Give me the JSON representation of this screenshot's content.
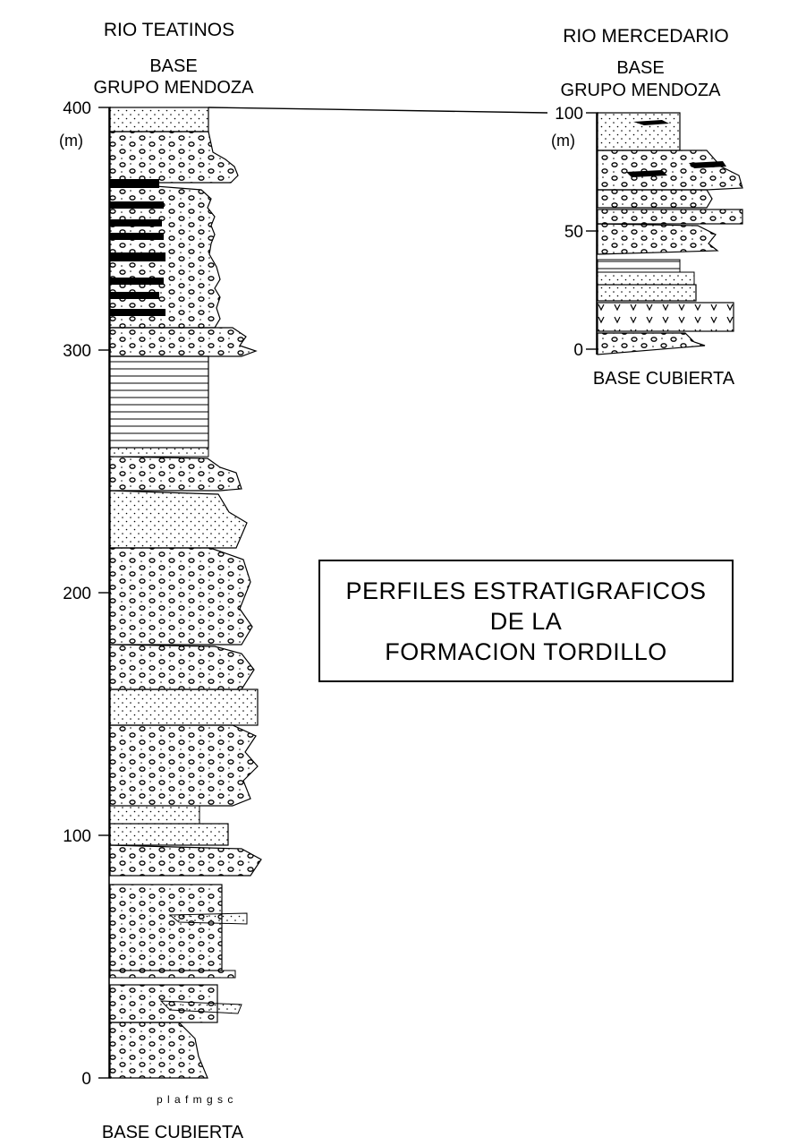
{
  "columns": [
    {
      "id": "teatinos",
      "title": "RIO TEATINOS",
      "top_label": [
        "BASE",
        "GRUPO MENDOZA"
      ],
      "bottom_label": "BASE CUBIERTA",
      "unit": "(m)",
      "ticks": [
        {
          "value": 0,
          "label": "0"
        },
        {
          "value": 100,
          "label": "100"
        },
        {
          "value": 200,
          "label": "200"
        },
        {
          "value": 300,
          "label": "300"
        },
        {
          "value": 400,
          "label": "400"
        }
      ],
      "grain_scale": "p l a f m g s c"
    },
    {
      "id": "mercedario",
      "title": "RIO MERCEDARIO",
      "top_label": [
        "BASE",
        "GRUPO MENDOZA"
      ],
      "bottom_label": "BASE CUBIERTA",
      "unit": "(m)",
      "ticks": [
        {
          "value": 0,
          "label": "0"
        },
        {
          "value": 50,
          "label": "50"
        },
        {
          "value": 100,
          "label": "100"
        }
      ]
    }
  ],
  "figure_title": [
    "PERFILES ESTRATIGRAFICOS",
    "DE LA",
    "FORMACION TORDILLO"
  ]
}
